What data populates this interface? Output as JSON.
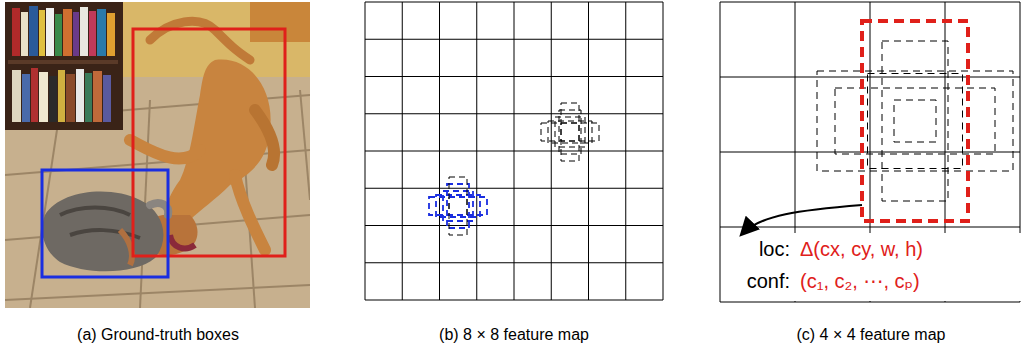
{
  "diagram": {
    "labels": [
      "(a) Ground-truth boxes",
      "(b) 8 × 8 feature map",
      "(c) 4 × 4 feature map",
      "loc:",
      "Δ(cx, cy, w, h)",
      "conf:",
      "(c₁, c₂, ⋯, cₚ)"
    ]
  }
}
